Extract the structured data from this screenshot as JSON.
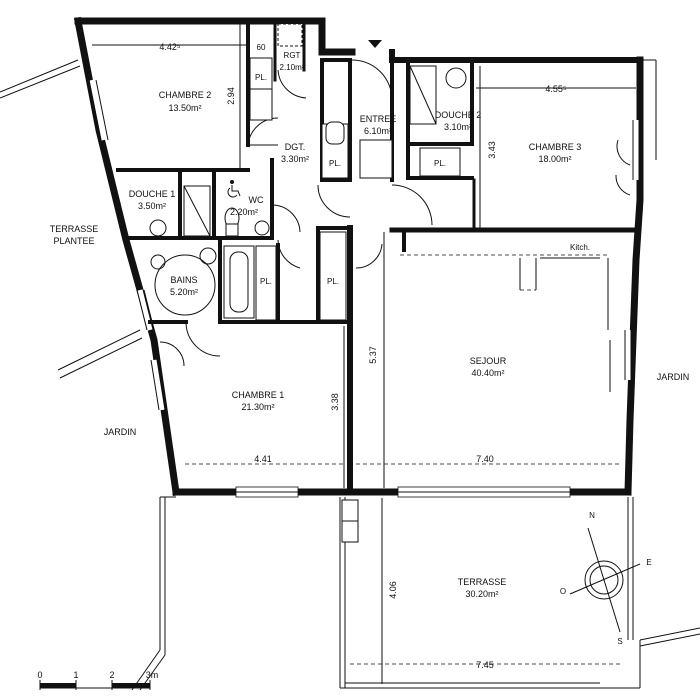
{
  "rooms": {
    "chambre2": {
      "name": "CHAMBRE 2",
      "area": "13.50m²"
    },
    "rgt": {
      "name": "RGT",
      "area": "2.10m²"
    },
    "entree": {
      "name": "ENTREE",
      "area": "6.10m²"
    },
    "douche2": {
      "name": "DOUCHE 2",
      "area": "3.10m²"
    },
    "chambre3": {
      "name": "CHAMBRE 3",
      "area": "18.00m²"
    },
    "dgt": {
      "name": "DGT.",
      "area": "3.30m²"
    },
    "douche1": {
      "name": "DOUCHE 1",
      "area": "3.50m²"
    },
    "wc": {
      "name": "WC",
      "area": "2.20m²"
    },
    "bains": {
      "name": "BAINS",
      "area": "5.20m²"
    },
    "chambre1": {
      "name": "CHAMBRE 1",
      "area": "21.30m²"
    },
    "sejour": {
      "name": "SEJOUR",
      "area": "40.40m²"
    },
    "terrasse": {
      "name": "TERRASSE",
      "area": "30.20m²"
    }
  },
  "outside": {
    "terrasse_plantee_1": "TERRASSE",
    "terrasse_plantee_2": "PLANTEE",
    "jardin_left": "JARDIN",
    "jardin_right": "JARDIN"
  },
  "fixtures": {
    "placard": "PL.",
    "kitchen": "Kitch.",
    "depth_60": "60"
  },
  "dimensions": {
    "ch2_width": "4.42⁵",
    "ch2_depth": "2.94",
    "ch3_width": "4.55⁵",
    "ch3_depth": "3.43",
    "sejour_depth": "5.37",
    "ch1_depth": "3.38",
    "ch1_width": "4.41",
    "sejour_width": "7.40",
    "terrasse_depth": "4.06",
    "terrasse_width": "7.45"
  },
  "scale": {
    "t0": "0",
    "t1": "1",
    "t2": "2",
    "t3": "3m"
  },
  "compass": {
    "n": "N",
    "e": "E",
    "s": "S",
    "o": "O"
  }
}
